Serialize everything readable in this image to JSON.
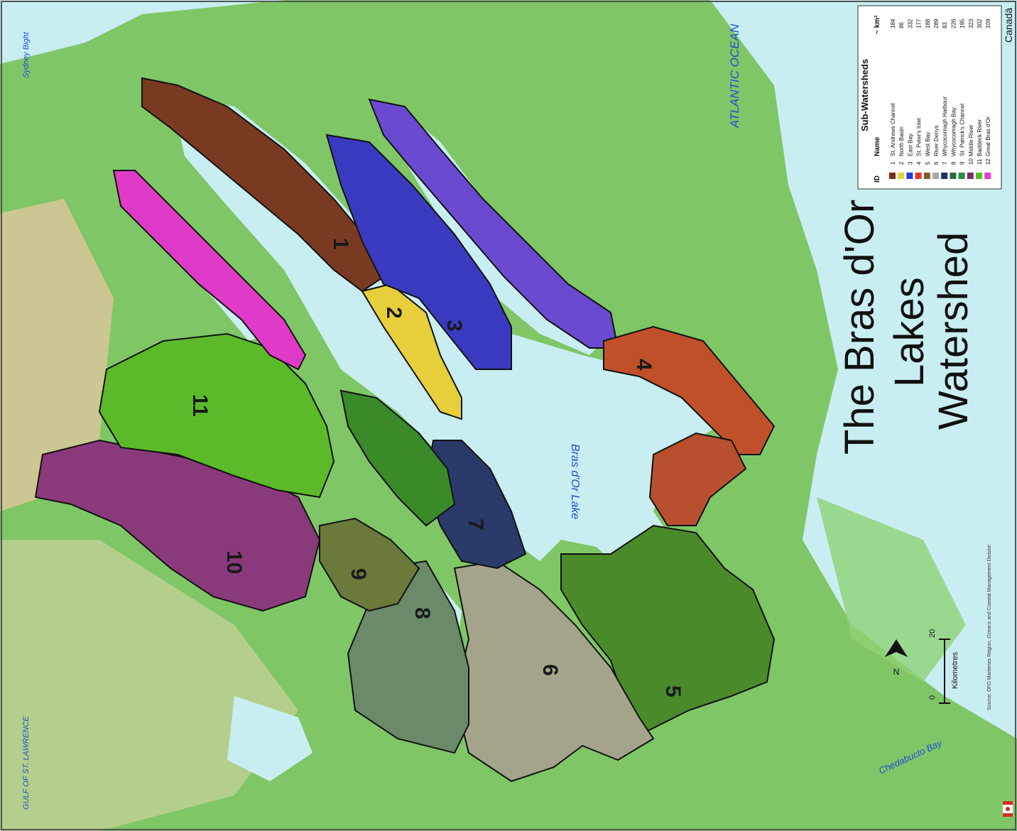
{
  "map": {
    "title_lines": [
      "The Bras d'Or",
      "Lakes",
      "Watershed"
    ],
    "brand": "Canadä",
    "water_labels": {
      "ocean": "ATLANTIC OCEAN",
      "gulf": "GULF OF ST. LAWRENCE",
      "lake": "Bras d'Or Lake",
      "chedabucto": "Chedabucto Bay",
      "sydney_bight": "Sydney Bight"
    },
    "legend": {
      "title": "Sub-Watersheds",
      "headers": {
        "id": "ID",
        "name": "Name",
        "area": "~ km²"
      },
      "entries": [
        {
          "id": "1",
          "name": "St. Andrews Channel",
          "area": "184",
          "color": "#7a2b1a"
        },
        {
          "id": "2",
          "name": "North Basin",
          "area": "86",
          "color": "#e6d23c"
        },
        {
          "id": "3",
          "name": "East Bay",
          "area": "332",
          "color": "#2a3fc8"
        },
        {
          "id": "4",
          "name": "St. Peter's Inlet",
          "area": "177",
          "color": "#e03a2a"
        },
        {
          "id": "5",
          "name": "West Bay",
          "area": "188",
          "color": "#8a5a2a"
        },
        {
          "id": "6",
          "name": "River Denys",
          "area": "289",
          "color": "#a9a9a9"
        },
        {
          "id": "7",
          "name": "Whycocomagh Harbour",
          "area": "83",
          "color": "#1f2f66"
        },
        {
          "id": "8",
          "name": "Whycocomagh Bay",
          "area": "226",
          "color": "#2f6a3a"
        },
        {
          "id": "9",
          "name": "St. Patrick's Channel",
          "area": "195",
          "color": "#2c8a3a"
        },
        {
          "id": "10",
          "name": "Middle River",
          "area": "323",
          "color": "#7a2f6a"
        },
        {
          "id": "11",
          "name": "Baddeck River",
          "area": "302",
          "color": "#58c020"
        },
        {
          "id": "12",
          "name": "Great Bras d'Or",
          "area": "109",
          "color": "#e53ad0"
        }
      ]
    },
    "scale": {
      "zero": "0",
      "twenty": "20",
      "unit": "Kilometres",
      "north": "N"
    },
    "credits": "Source: DFO Maritimes Region, Oceans and Coastal Management Division",
    "colors": {
      "sea": "#c9eef2",
      "land": "#6fbf55",
      "upland": "#d9c79a",
      "frame": "#555555"
    }
  }
}
